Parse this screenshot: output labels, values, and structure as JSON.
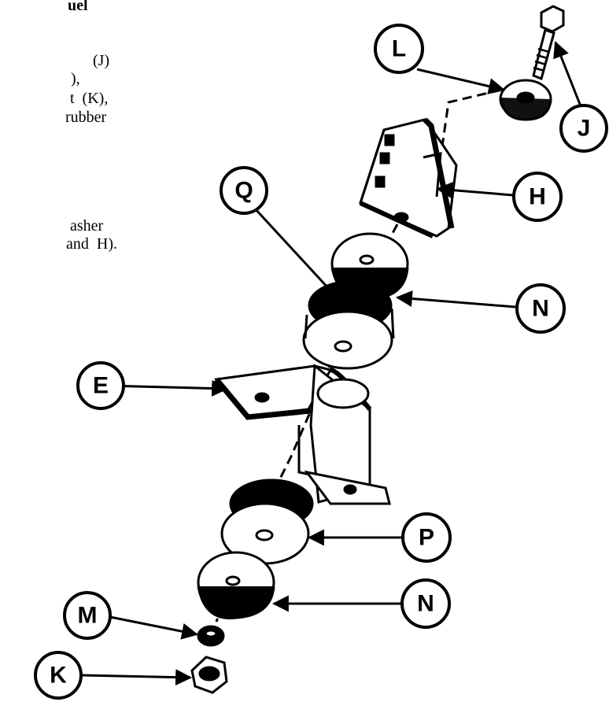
{
  "text_fragment": {
    "lines": [
      {
        "text": "uel",
        "bold": true
      },
      {
        "text": "(J)"
      },
      {
        "text": "),"
      },
      {
        "text": "t  (K),"
      },
      {
        "text": "rubber"
      },
      {
        "text": "asher"
      },
      {
        "text": "and  H)."
      }
    ]
  },
  "callouts": {
    "L": "L",
    "J": "J",
    "Q": "Q",
    "H": "H",
    "N_upper": "N",
    "E": "E",
    "P": "P",
    "N_lower": "N",
    "M": "M",
    "K": "K"
  }
}
